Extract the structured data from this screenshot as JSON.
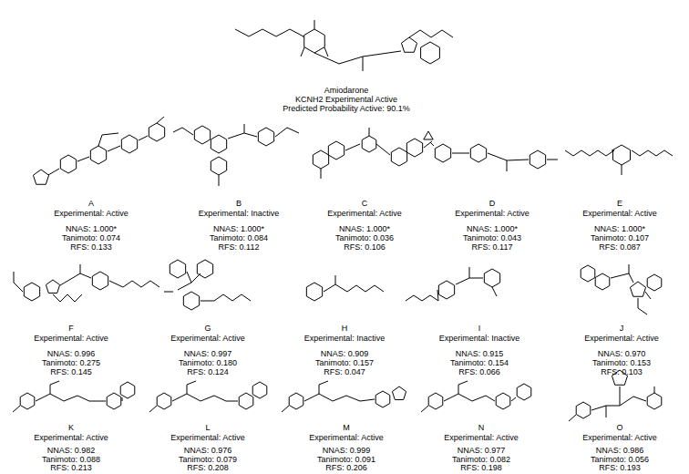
{
  "diagram": {
    "labels": [
      "Amiodarone",
      "KCNH2 Experimental Active",
      "Predicted Probability Active: 90.1%",
      "A",
      "Experimental: Active",
      "NNAS: 1.000*",
      "Tanimoto: 0.074",
      "RFS: 0.133",
      "B",
      "Experimental: Inactive",
      "NNAS: 1.000*",
      "Tanimoto: 0.084",
      "RFS: 0.112",
      "C",
      "Experimental: Active",
      "NNAS: 1.000*",
      "Tanimoto: 0.036",
      "RFS: 0.106",
      "D",
      "Experimental: Active",
      "NNAS: 1.000*",
      "Tanimoto: 0.043",
      "RFS: 0.117",
      "E",
      "Experimental: Active",
      "NNAS: 1.000*",
      "Tanimoto: 0.107",
      "RFS: 0.087",
      "F",
      "Experimental: Active",
      "NNAS: 0.996",
      "Tanimoto: 0.275",
      "RFS: 0.145",
      "G",
      "Experimental: Active",
      "NNAS: 0.997",
      "Tanimoto: 0.180",
      "RFS: 0.124",
      "H",
      "Experimental: Inactive",
      "NNAS: 0.909",
      "Tanimoto: 0.157",
      "RFS: 0.047",
      "I",
      "Experimental: Inactive",
      "NNAS: 0.915",
      "Tanimoto: 0.154",
      "RFS: 0.066",
      "J",
      "Experimental: Active",
      "NNAS: 0.970",
      "Tanimoto: 0.153",
      "RFS: 0.103",
      "K",
      "Experimental: Active",
      "NNAS: 0.982",
      "Tanimoto: 0.088",
      "RFS: 0.213",
      "L",
      "Experimental: Active",
      "NNAS: 0.976",
      "Tanimoto: 0.079",
      "RFS: 0.208",
      "M",
      "Experimental: Active",
      "NNAS: 0.999",
      "Tanimoto: 0.091",
      "RFS: 0.206",
      "N",
      "Experimental: Active",
      "NNAS: 0.977",
      "Tanimoto: 0.082",
      "RFS: 0.198",
      "O",
      "Experimental: Active",
      "NNAS: 0.986",
      "Tanimoto: 0.056",
      "RFS: 0.193"
    ]
  }
}
